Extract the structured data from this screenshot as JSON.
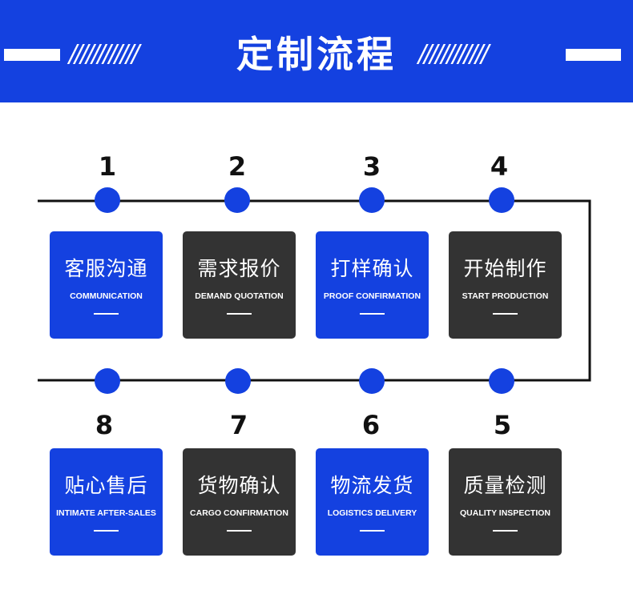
{
  "header": {
    "title": "定制流程",
    "left_slashes": "////////////",
    "right_slashes": "////////////"
  },
  "colors": {
    "accent_blue": "#1441e0",
    "dark_card": "#333333",
    "line": "#111111"
  },
  "steps": [
    {
      "number": "1",
      "title": "客服沟通",
      "subtitle": "COMMUNICATION",
      "style": "blue"
    },
    {
      "number": "2",
      "title": "需求报价",
      "subtitle": "DEMAND QUOTATION",
      "style": "dark"
    },
    {
      "number": "3",
      "title": "打样确认",
      "subtitle": "PROOF CONFIRMATION",
      "style": "blue"
    },
    {
      "number": "4",
      "title": "开始制作",
      "subtitle": "START PRODUCTION",
      "style": "dark"
    },
    {
      "number": "5",
      "title": "质量检测",
      "subtitle": "QUALITY INSPECTION",
      "style": "dark"
    },
    {
      "number": "6",
      "title": "物流发货",
      "subtitle": "LOGISTICS DELIVERY",
      "style": "blue"
    },
    {
      "number": "7",
      "title": "货物确认",
      "subtitle": "CARGO CONFIRMATION",
      "style": "dark"
    },
    {
      "number": "8",
      "title": "贴心售后",
      "subtitle": "INTIMATE AFTER-SALES",
      "style": "blue"
    }
  ]
}
